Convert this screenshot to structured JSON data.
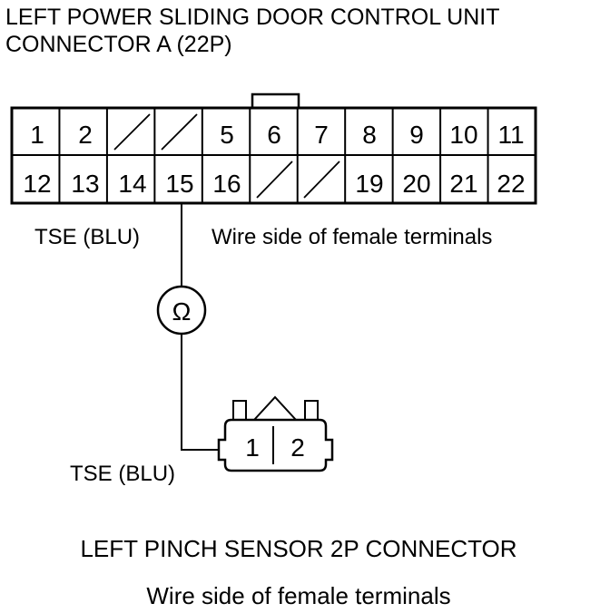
{
  "connector_a": {
    "title_line1": "LEFT POWER SLIDING DOOR CONTROL UNIT",
    "title_line2": "CONNECTOR A (22P)",
    "row_top": [
      "1",
      "2",
      "",
      "",
      "5",
      "6",
      "7",
      "8",
      "9",
      "10",
      "11"
    ],
    "row_bottom": [
      "12",
      "13",
      "14",
      "15",
      "16",
      "",
      "",
      "19",
      "20",
      "21",
      "22"
    ],
    "wire_label": "TSE (BLU)",
    "view_note": "Wire side of female terminals"
  },
  "meter": {
    "symbol": "Ω",
    "icon": "ohmmeter-icon"
  },
  "pinch_sensor": {
    "pins": [
      "1",
      "2"
    ],
    "wire_label": "TSE (BLU)",
    "title": "LEFT PINCH SENSOR 2P CONNECTOR",
    "view_note": "Wire side of female terminals"
  }
}
